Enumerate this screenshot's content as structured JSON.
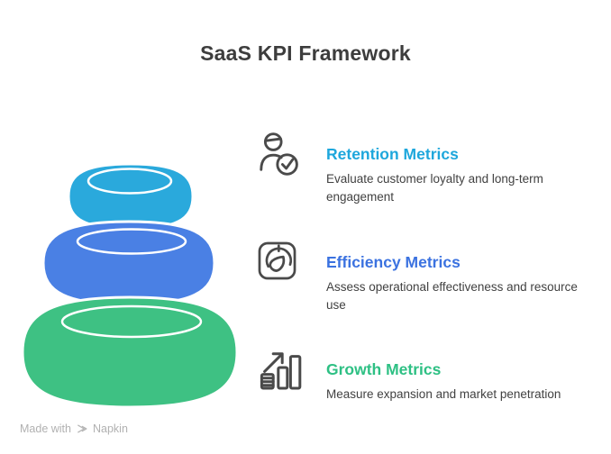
{
  "title": "SaaS KPI Framework",
  "sections": [
    {
      "id": "retention",
      "heading": "Retention Metrics",
      "description": "Evaluate customer loyalty and long-term engagement",
      "color": "#1EA7DC",
      "icon": "user-check-icon"
    },
    {
      "id": "efficiency",
      "heading": "Efficiency Metrics",
      "description": "Assess operational effectiveness and resource use",
      "color": "#3B72E0",
      "icon": "gauge-icon"
    },
    {
      "id": "growth",
      "heading": "Growth Metrics",
      "description": "Measure expansion and market penetration",
      "color": "#2EC084",
      "icon": "growth-bar-chart-icon"
    }
  ],
  "stack": {
    "stones": [
      {
        "name": "retention-stone",
        "color": "#2AA9DC"
      },
      {
        "name": "efficiency-stone",
        "color": "#4A80E4"
      },
      {
        "name": "growth-stone",
        "color": "#3EC183"
      }
    ]
  },
  "footer": {
    "prefix": "Made with",
    "brand": "Napkin"
  },
  "colors": {
    "title": "#3D3D3D",
    "description": "#414141",
    "icon_stroke": "#4A4A4A",
    "footer": "#B1B1B1",
    "background": "#FFFFFF"
  }
}
